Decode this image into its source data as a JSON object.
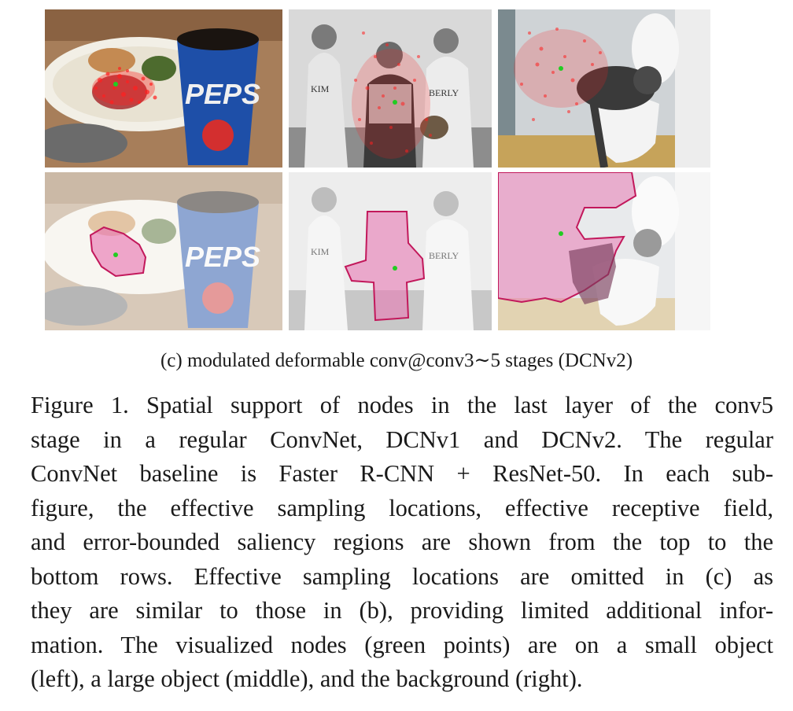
{
  "colors": {
    "sampling": "#ff2020",
    "saliency_fill": "#e87ab4",
    "saliency_border": "#c2185b",
    "node": "#22cc22",
    "top_row_tone": "natural",
    "bottom_row_tone": "faded"
  },
  "figure": {
    "rows": [
      {
        "row": "effective-sampling",
        "panels": [
          {
            "scene": "plate-and-pepsi-cup",
            "cup_text": "PEPS"
          },
          {
            "scene": "baseball-players",
            "jersey_left": "KIM",
            "jersey_right": "BERLY"
          },
          {
            "scene": "cat-on-toilet"
          }
        ]
      },
      {
        "row": "error-bounded-saliency",
        "panels": [
          {
            "scene": "plate-and-pepsi-cup",
            "cup_text": "PEPS"
          },
          {
            "scene": "baseball-players",
            "jersey_left": "KIM",
            "jersey_right": "BERLY"
          },
          {
            "scene": "cat-on-toilet"
          }
        ]
      }
    ],
    "subcaption": "(c) modulated deformable conv@conv3∼5 stages (DCNv2)"
  },
  "caption": {
    "lines": [
      "Figure 1. Spatial support of nodes in the last layer of the conv5",
      "stage in a regular ConvNet, DCNv1 and DCNv2. The regular",
      "ConvNet baseline is Faster R-CNN + ResNet-50. In each sub-",
      "figure, the effective sampling locations, effective receptive field,",
      "and error-bounded saliency regions are shown from the top to the",
      "bottom rows. Effective sampling locations are omitted in (c) as",
      "they are similar to those in (b), providing limited additional infor-",
      "mation. The visualized nodes (green points) are on a small object",
      "(left), a large object (middle), and the background (right)."
    ]
  }
}
